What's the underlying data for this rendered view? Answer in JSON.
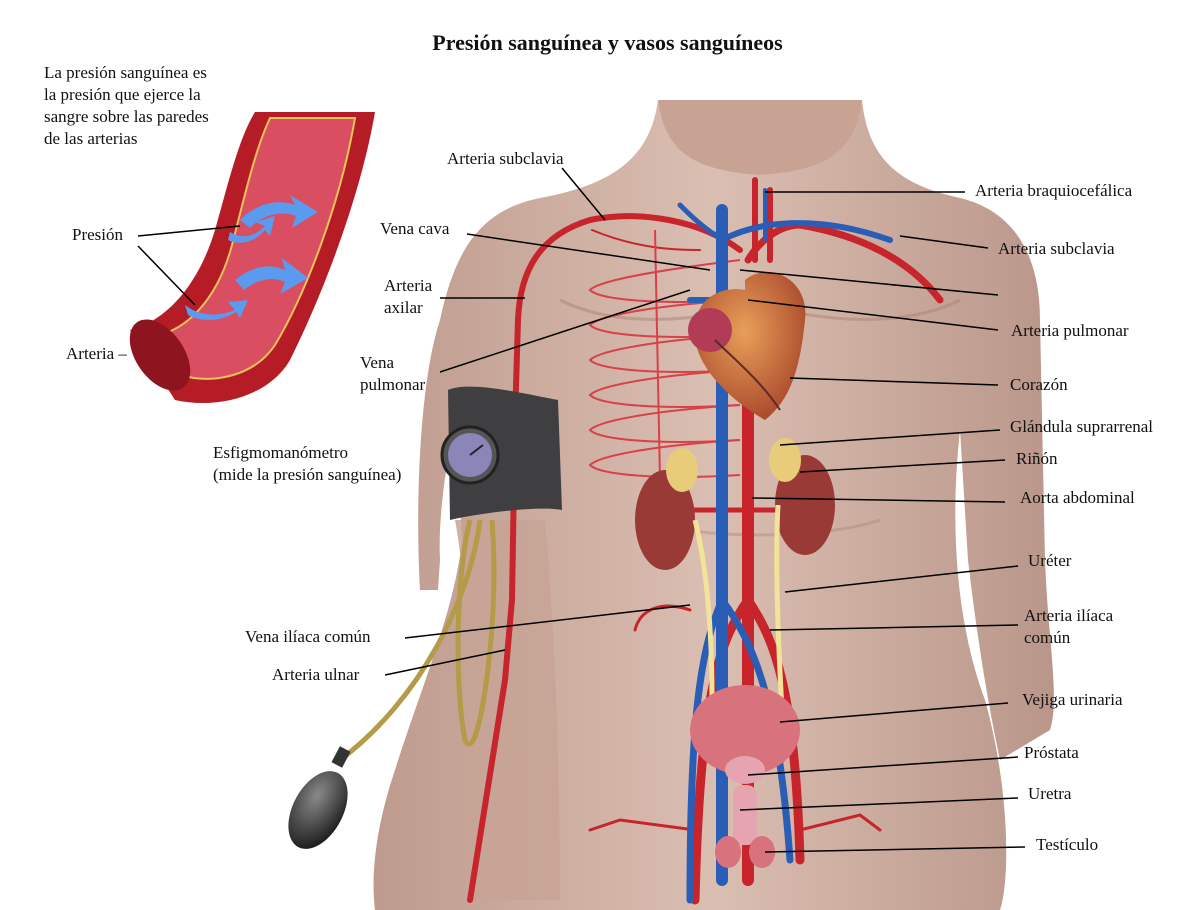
{
  "title": "Presión sanguínea y vasos sanguíneos",
  "intro_text": "La presión sanguínea es\nla presión que ejerce la\nsangre sobre las paredes\nde las arterias",
  "inset_labels": {
    "pressure": "Presión",
    "artery": "Arteria –"
  },
  "labels": {
    "arteria_subclavia_left": "Arteria subclavia",
    "vena_cava": "Vena cava",
    "arteria_axilar": "Arteria\naxilar",
    "vena_pulmonar": "Vena\npulmonar",
    "esfigmomanometro": "Esfigmomanómetro\n(mide la presión sanguínea)",
    "vena_iliaca_comun": "Vena ilíaca común",
    "arteria_ulnar": "Arteria ulnar",
    "arteria_braquiocefalica": "Arteria braquiocefálica",
    "arteria_subclavia_right": "Arteria subclavia",
    "arteria_pulmonar": "Arteria pulmonar",
    "corazon": "Corazón",
    "glandula_suprarrenal": "Glándula suprarrenal",
    "rinon": "Riñón",
    "aorta_abdominal": "Aorta abdominal",
    "ureter": "Uréter",
    "arteria_iliaca_comun": "Arteria ilíaca\ncomún",
    "vejiga_urinaria": "Vejiga urinaria",
    "prostata": "Próstata",
    "uretra": "Uretra",
    "testiculo": "Testículo"
  },
  "colors": {
    "skin": "#c9a99b",
    "artery": "#c8242c",
    "vein": "#2a5db5",
    "pressure_arrow": "#5a9bf0",
    "gland": "#e8cc7a",
    "kidney": "#9a3a36",
    "ureter": "#f2e39a",
    "cuff": "#3f3f41"
  }
}
